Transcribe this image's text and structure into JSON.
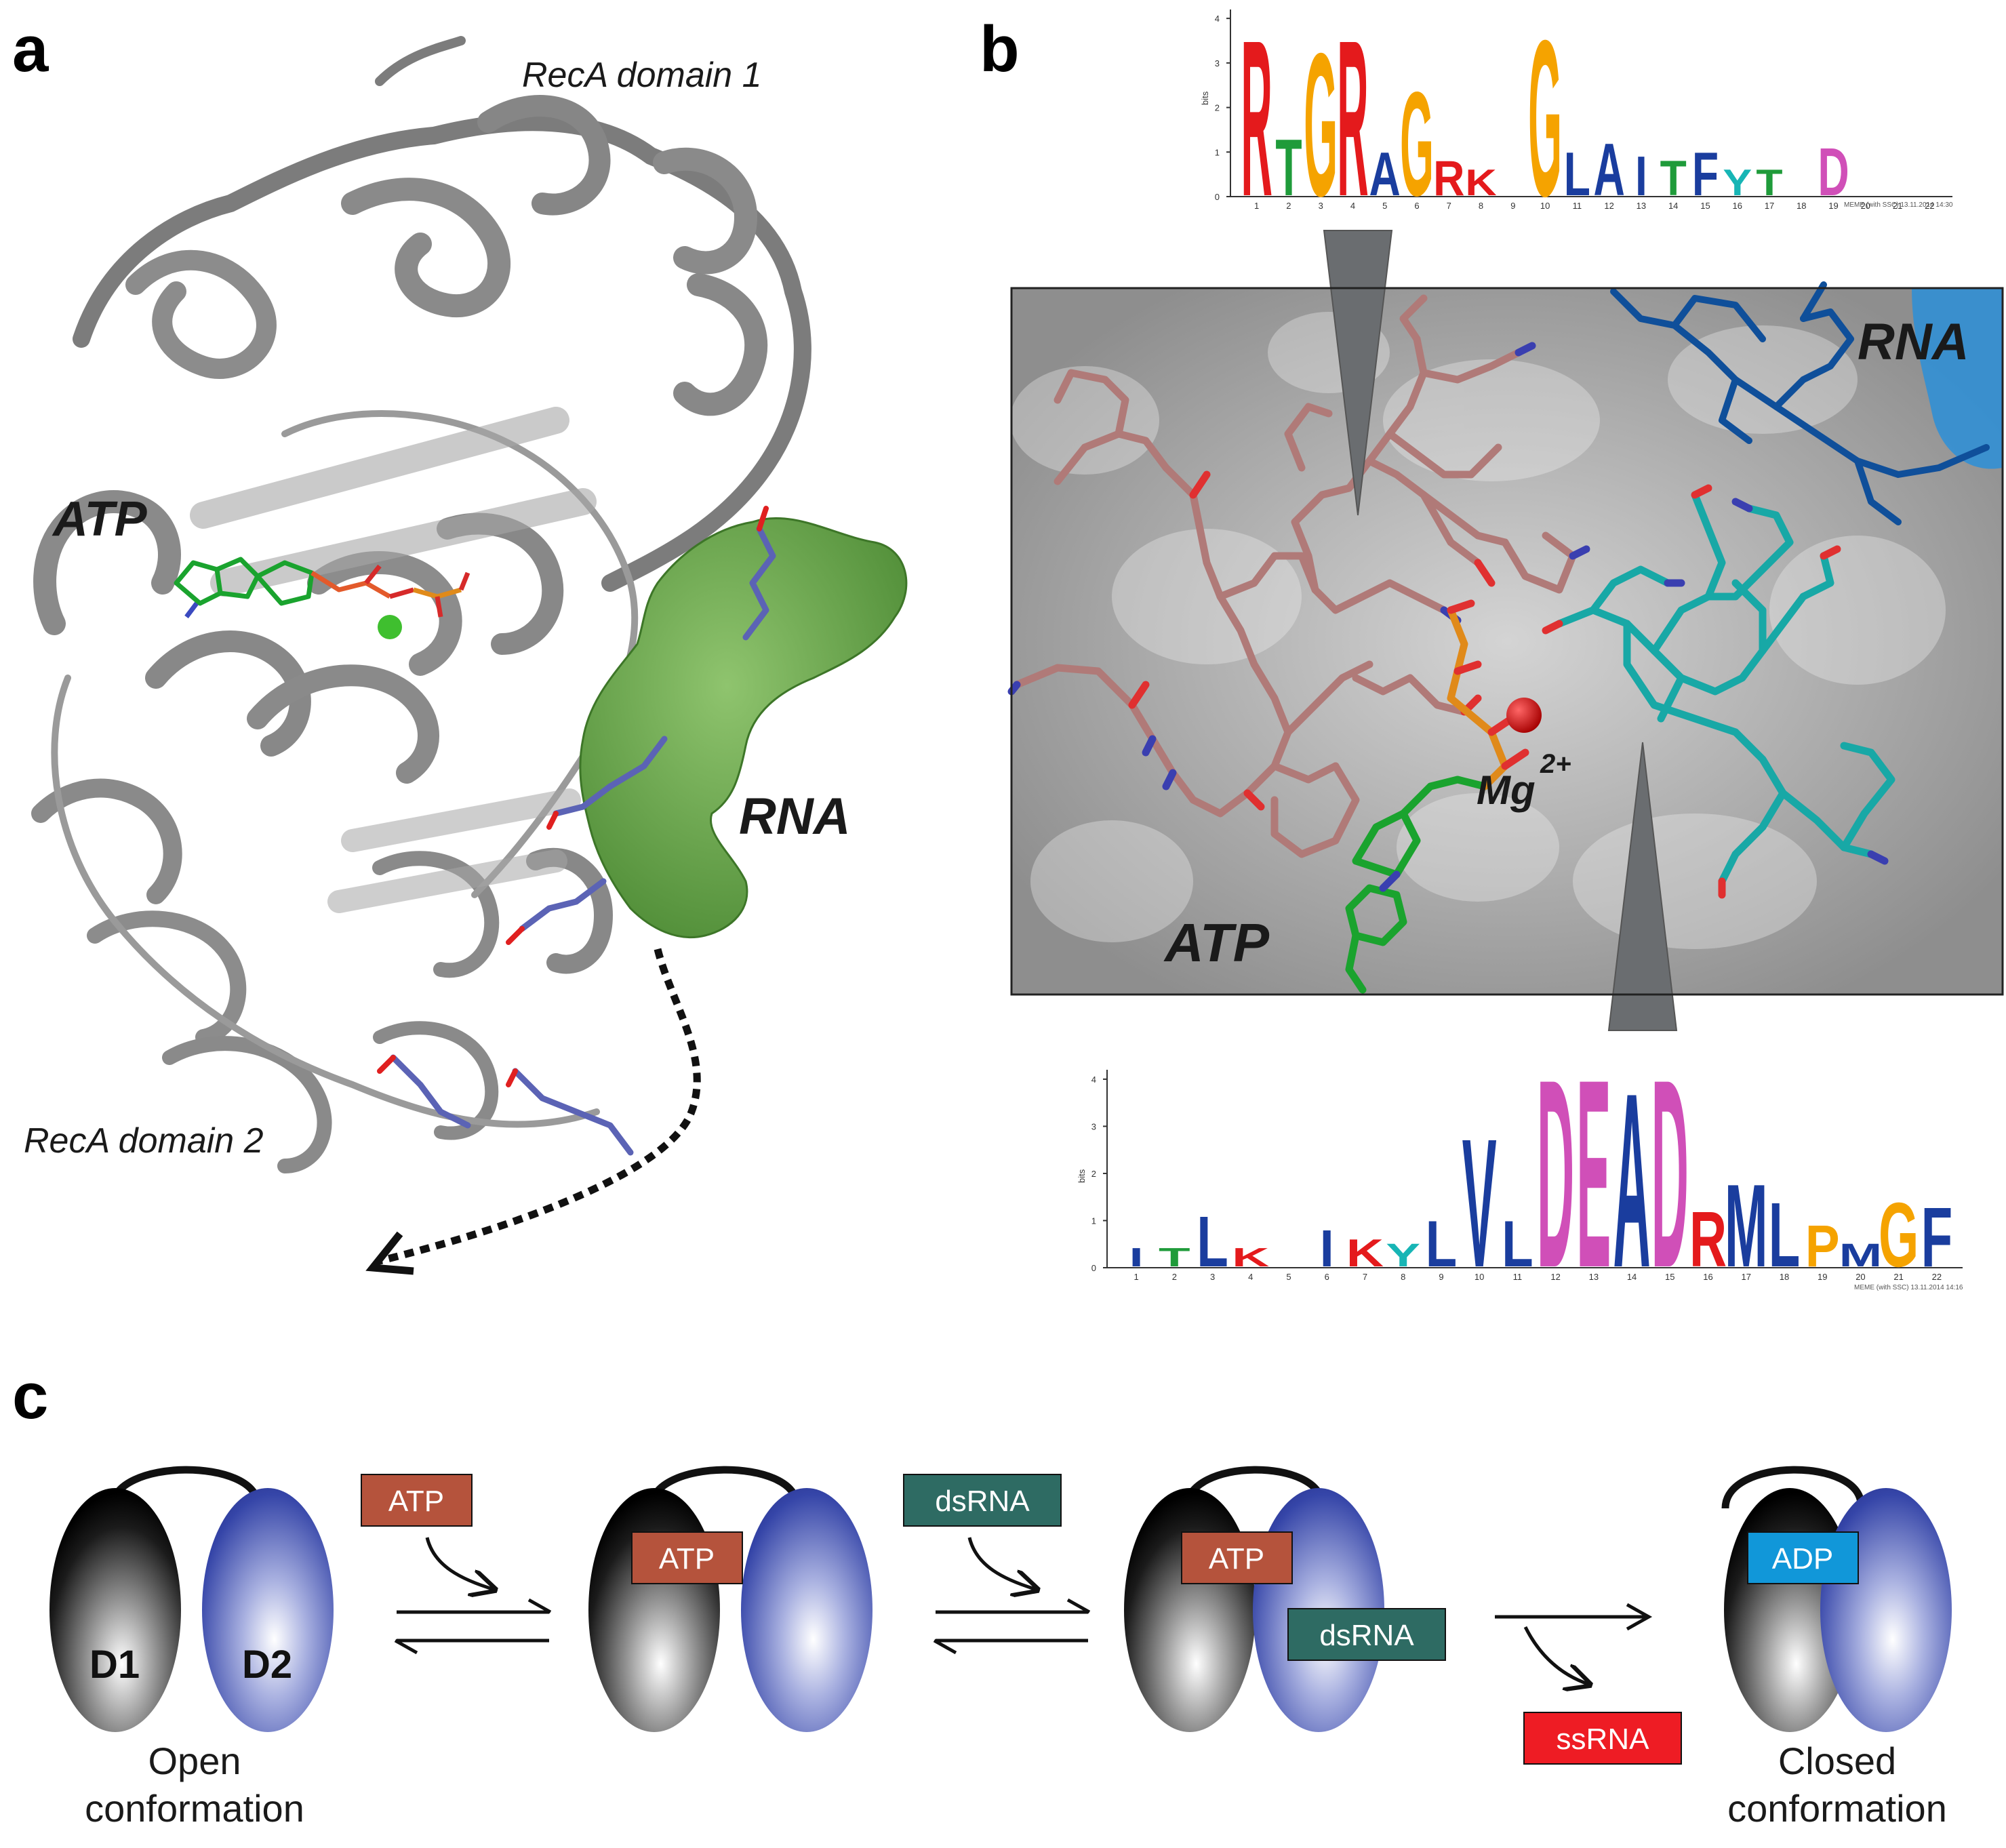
{
  "panel_labels": {
    "a": "a",
    "b": "b",
    "c": "c"
  },
  "panel_a": {
    "recA1": "RecA domain 1",
    "recA2": "RecA domain 2",
    "atp": "ATP",
    "rna": "RNA"
  },
  "panel_b": {
    "rna": "RNA",
    "atp": "ATP",
    "mg": "Mg",
    "mg_charge": "2+",
    "logo_top": {
      "ylabel": "bits",
      "yticks": [
        "0",
        "1",
        "2",
        "3",
        "4"
      ],
      "xticks": [
        "1",
        "2",
        "3",
        "4",
        "5",
        "6",
        "7",
        "8",
        "9",
        "10",
        "11",
        "12",
        "13",
        "14",
        "15",
        "16",
        "17",
        "18",
        "19",
        "20",
        "21",
        "22"
      ],
      "footer": "MEME (with SSC) 13.11.2014 14:30",
      "main_letters": [
        "R",
        "T",
        "G",
        "R",
        "A",
        "G",
        "R",
        "K",
        "",
        "G",
        "L",
        "A",
        "I",
        "T",
        "F",
        "Y",
        "T",
        "",
        "D",
        "",
        "",
        ""
      ]
    },
    "logo_bottom": {
      "ylabel": "bits",
      "yticks": [
        "0",
        "1",
        "2",
        "3",
        "4"
      ],
      "xticks": [
        "1",
        "2",
        "3",
        "4",
        "5",
        "6",
        "7",
        "8",
        "9",
        "10",
        "11",
        "12",
        "13",
        "14",
        "15",
        "16",
        "17",
        "18",
        "19",
        "20",
        "21",
        "22"
      ],
      "footer": "MEME (with SSC) 13.11.2014 14:16",
      "main_letters": [
        "I",
        "T",
        "L",
        "K",
        "",
        "I",
        "K",
        "Y",
        "L",
        "V",
        "L",
        "D",
        "E",
        "A",
        "D",
        "R",
        "M",
        "L",
        "P",
        "M",
        "G",
        "F"
      ]
    }
  },
  "panel_c": {
    "states": [
      {
        "d1": "D1",
        "d2": "D2",
        "caption_line1": "Open",
        "caption_line2": "conformation"
      },
      {
        "bound": [
          "ATP"
        ]
      },
      {
        "bound": [
          "ATP",
          "dsRNA"
        ]
      },
      {
        "bound": [
          "ADP"
        ],
        "caption_line1": "Closed",
        "caption_line2": "conformation"
      }
    ],
    "inputs": [
      "ATP",
      "dsRNA"
    ],
    "output": "ssRNA",
    "colors": {
      "atp": "#b5533c",
      "dsrna": "#2e6b63",
      "adp": "#1197d9",
      "ssrna": "#ee1c24",
      "d1": "#1b1b1b",
      "d2": "#3545a8"
    }
  },
  "logo_colors": {
    "R": "#e41a1c",
    "K": "#e41a1c",
    "H": "#e41a1c",
    "D": "#d04fb8",
    "E": "#d04fb8",
    "G": "#f5a300",
    "P": "#f5a300",
    "T": "#1f9b3a",
    "S": "#1f9b3a",
    "N": "#1f9b3a",
    "Q": "#1f9b3a",
    "Y": "#17b5b5",
    "A": "#1a3d9e",
    "L": "#1a3d9e",
    "I": "#1a3d9e",
    "V": "#1a3d9e",
    "M": "#1a3d9e",
    "F": "#1a3d9e",
    "W": "#1a3d9e",
    "C": "#1a3d9e"
  }
}
